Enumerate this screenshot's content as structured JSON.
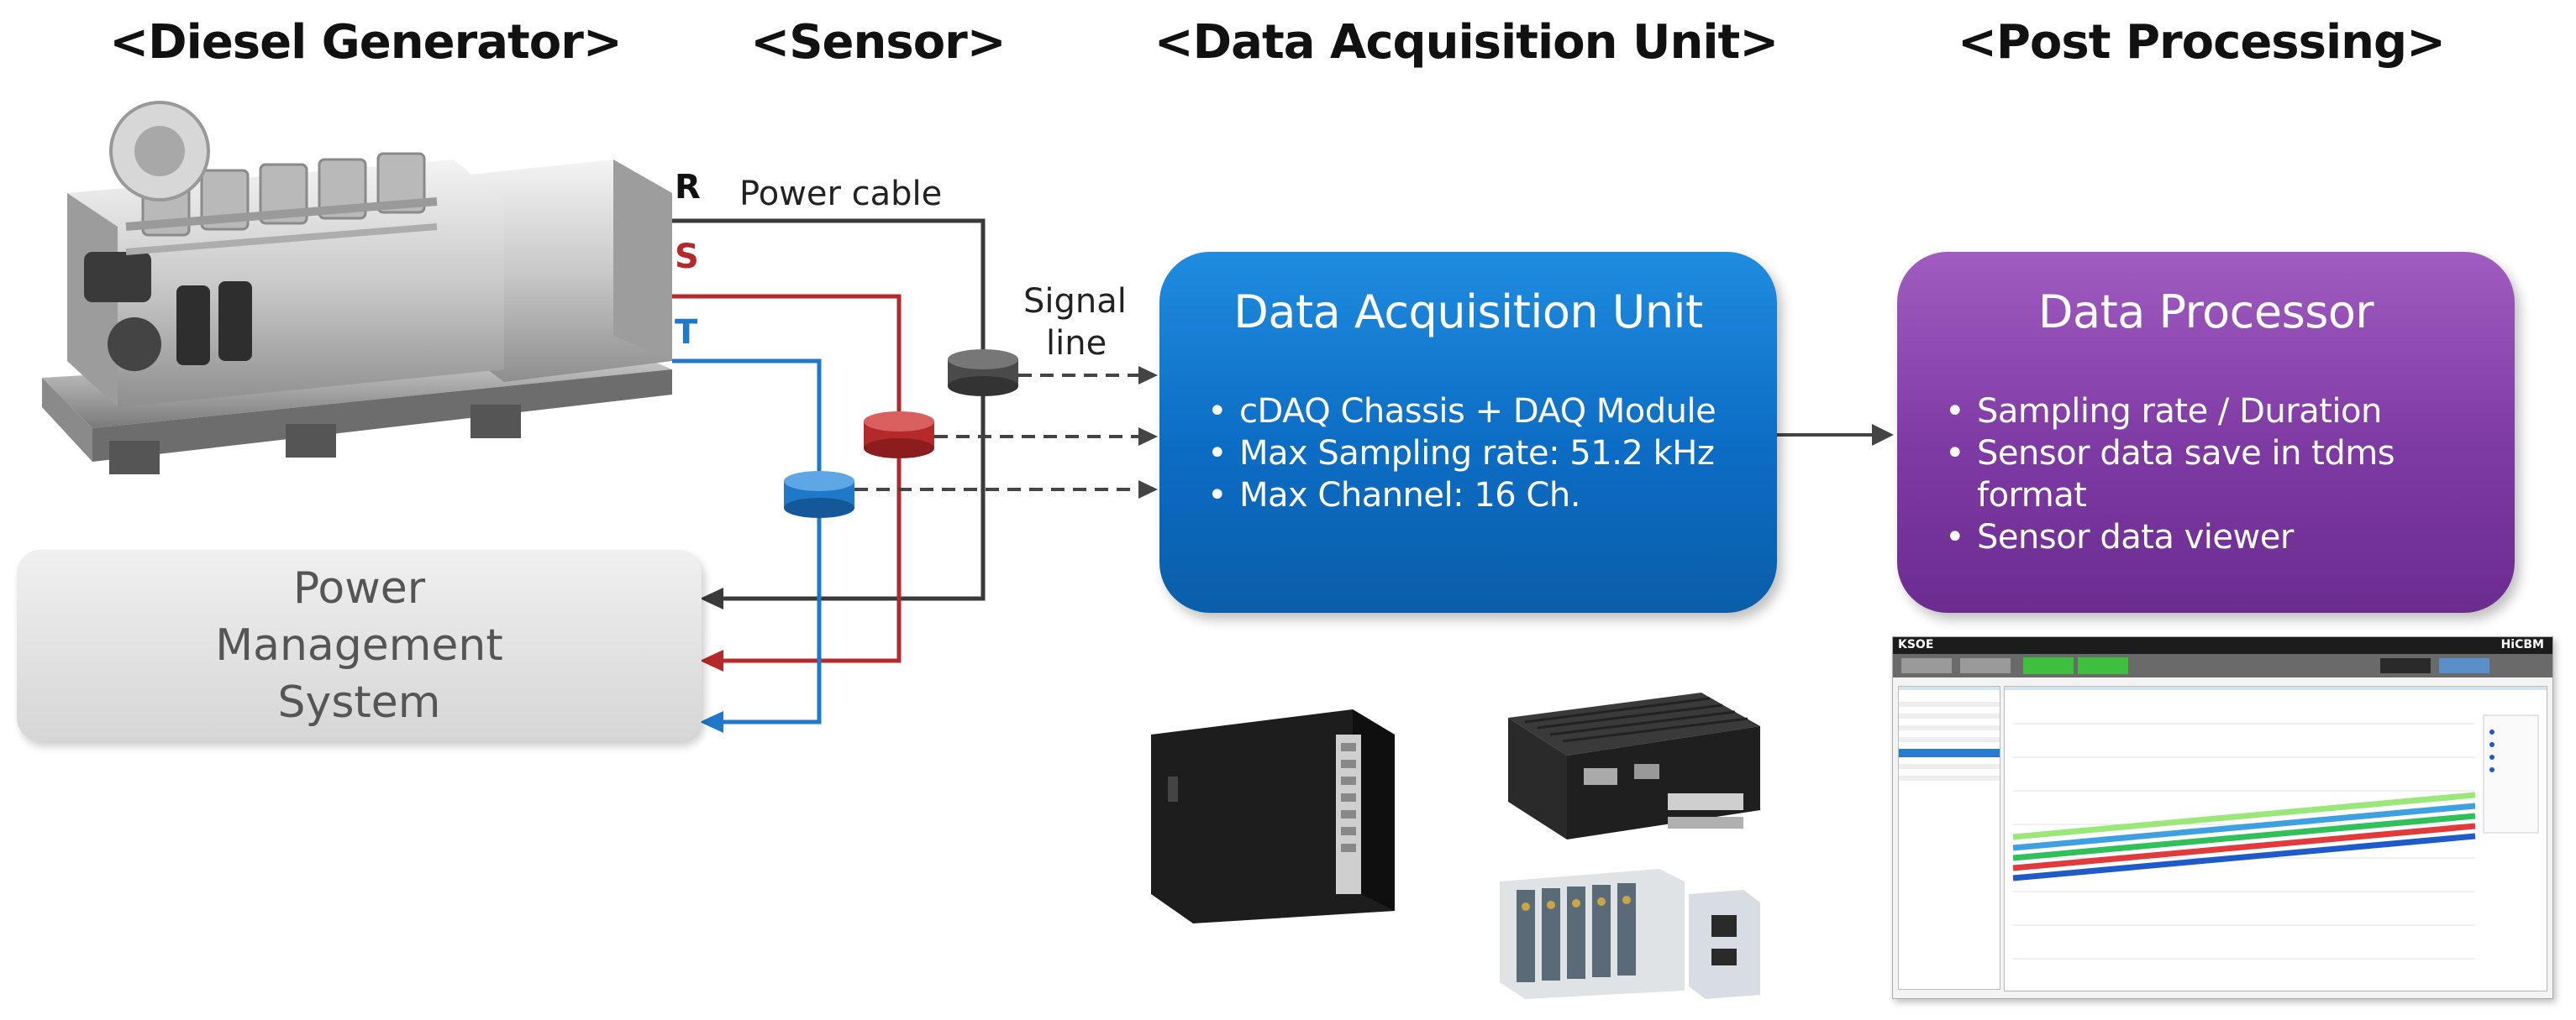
{
  "sections": {
    "diesel_generator": "<Diesel Generator>",
    "sensor": "<Sensor>",
    "daq": "<Data Acquisition Unit>",
    "post_processing": "<Post Processing>"
  },
  "wires": {
    "phase_r": "R",
    "phase_s": "S",
    "phase_t": "T",
    "power_cable": "Power cable",
    "signal_line_1": "Signal",
    "signal_line_2": "line",
    "colors": {
      "r": "#3a3a3a",
      "s": "#b5292a",
      "t": "#1f78c8"
    }
  },
  "pms": {
    "line1": "Power",
    "line2": "Management",
    "line3": "System"
  },
  "daq_box": {
    "title": "Data Acquisition Unit",
    "items": [
      "cDAQ Chassis + DAQ Module",
      "Max Sampling rate: 51.2 kHz",
      "Max Channel: 16 Ch."
    ],
    "color": "#0c6cc4"
  },
  "dp_box": {
    "title": "Data Processor",
    "items": [
      "Sampling rate / Duration",
      "Sensor data save in tdms",
      "format",
      "Sensor data viewer"
    ],
    "color": "#7e3aa3"
  },
  "software": {
    "brand_left": "KSOE",
    "brand_right": "HiCBM"
  },
  "icons": [
    "diesel-generator-image",
    "daq-chassis-image",
    "industrial-pc-image",
    "daq-module-image",
    "current-sensor-icon"
  ]
}
